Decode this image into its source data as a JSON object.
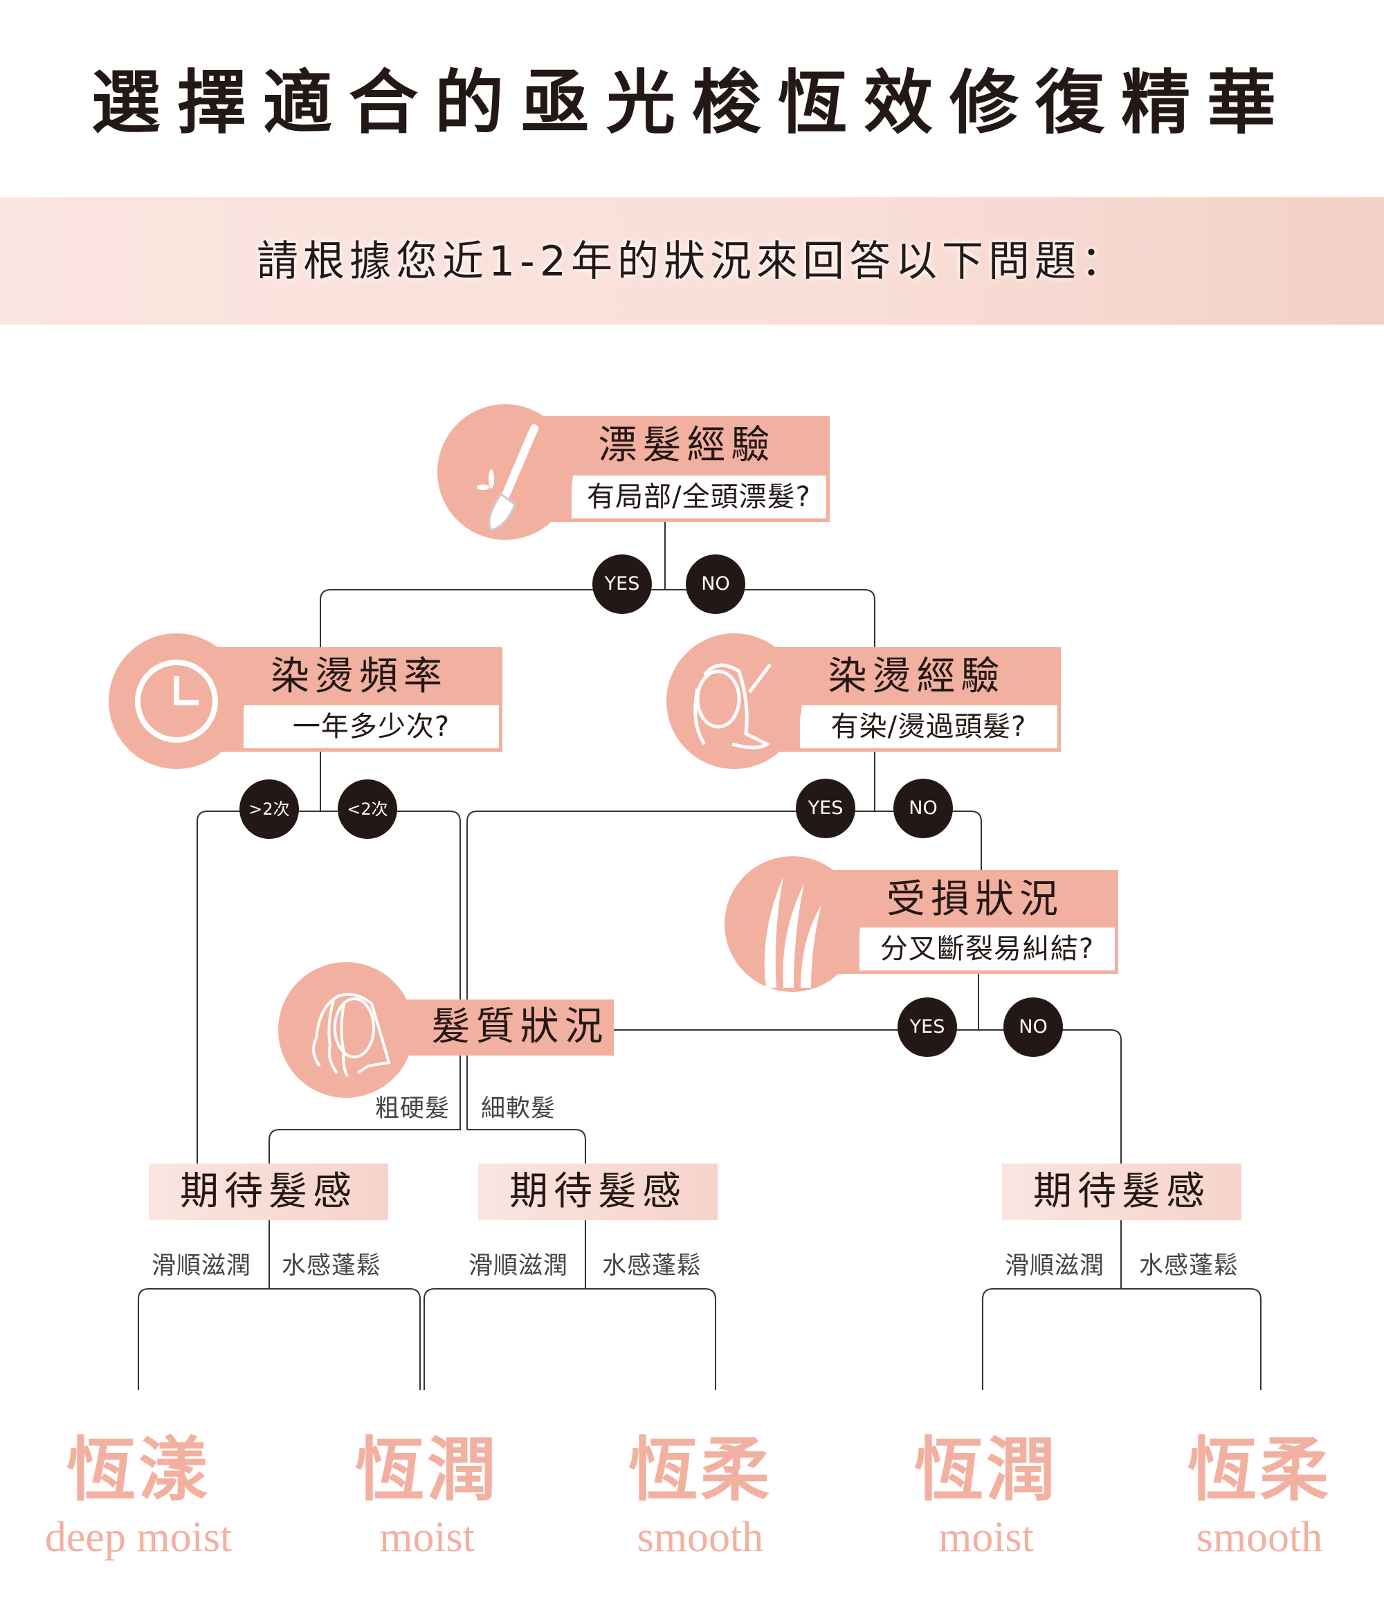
{
  "title": "選擇適合的亟光梭恆效修復精華",
  "instruction": "請根據您近1-2年的狀況來回答以下問題：",
  "colors": {
    "accent": "#f2b0a1",
    "badge": "#231815",
    "line": "#333333"
  },
  "nodes": {
    "bleach": {
      "title": "漂髮經驗",
      "question": "有局部/全頭漂髮?",
      "icon": "brush-icon"
    },
    "dye_freq": {
      "title": "染燙頻率",
      "question": "一年多少次?",
      "icon": "clock-icon"
    },
    "dye_exp": {
      "title": "染燙經驗",
      "question": "有染/燙過頭髮?",
      "icon": "hair-dye-icon"
    },
    "damage": {
      "title": "受損狀況",
      "question": "分叉斷裂易糾結?",
      "icon": "hair-strands-icon"
    },
    "texture": {
      "title": "髮質狀況",
      "icon": "curly-hair-icon",
      "options": [
        "粗硬髮",
        "細軟髮"
      ]
    }
  },
  "badges": {
    "yes": "YES",
    "no": "NO",
    "more": ">2次",
    "less": "<2次"
  },
  "expect": {
    "title": "期待髮感",
    "options": [
      "滑順滋潤",
      "水感蓬鬆"
    ]
  },
  "results": [
    {
      "zh": "恆漾",
      "en": "deep moist"
    },
    {
      "zh": "恆潤",
      "en": "moist"
    },
    {
      "zh": "恆柔",
      "en": "smooth"
    },
    {
      "zh": "恆潤",
      "en": "moist"
    },
    {
      "zh": "恆柔",
      "en": "smooth"
    }
  ]
}
